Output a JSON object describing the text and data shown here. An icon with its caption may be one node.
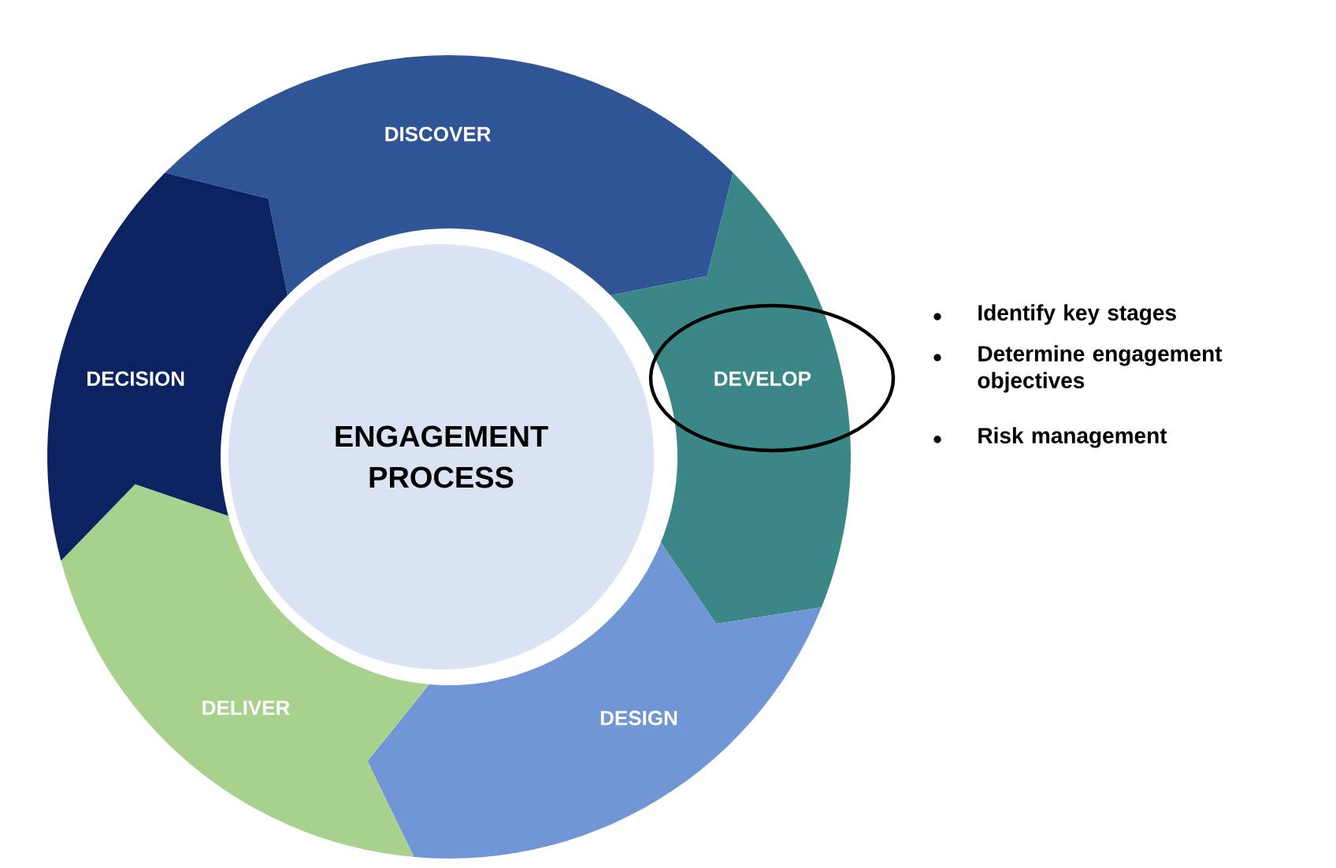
{
  "diagram": {
    "nodes": [
      {
        "text": [
          "ENGAGEMENT PROCESS"
        ]
      },
      {
        "text": [
          "DISCOVER"
        ]
      },
      {
        "text": [
          "DEVELOP"
        ],
        "beside": [
          "Identify key stages",
          "Determine engagement objectives",
          "Risk management"
        ]
      },
      {
        "text": [
          "DESIGN"
        ]
      },
      {
        "text": [
          "DELIVER"
        ]
      },
      {
        "text": [
          "DECISION"
        ]
      }
    ]
  }
}
